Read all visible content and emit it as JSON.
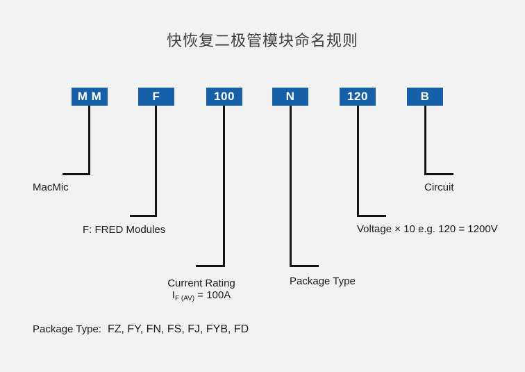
{
  "title": "快恢复二极管模块命名规则",
  "colors": {
    "box_blue": "#1560a8",
    "line_black": "#141414",
    "background": "#f2f2f2",
    "title_gray": "#3f3f3f"
  },
  "segments": [
    {
      "code": "M M",
      "label": "MacMic"
    },
    {
      "code": "F",
      "label": "F: FRED Modules"
    },
    {
      "code": "100",
      "label_line1": "Current Rating",
      "current_symbol": "I",
      "current_subscript": "F (AV)",
      "current_value": "= 100A"
    },
    {
      "code": "N",
      "label": "Package Type"
    },
    {
      "code": "120",
      "label": "Voltage × 10 e.g. 120 = 1200V"
    },
    {
      "code": "B",
      "label": "Circuit"
    }
  ],
  "footer": {
    "label": "Package Type:",
    "values": "FZ, FY, FN, FS, FJ, FYB, FD"
  }
}
